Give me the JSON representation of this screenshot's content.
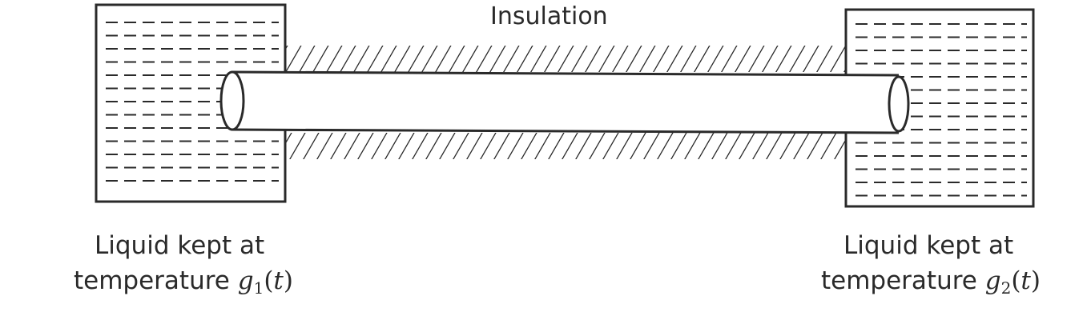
{
  "insulation_label": "Insulation",
  "left_label": {
    "line1": "Liquid kept at",
    "line2_prefix": "temperature",
    "math_var": "g",
    "subscript": "1",
    "open_paren": "(",
    "arg": "t",
    "close_paren": ")"
  },
  "right_label": {
    "line1": "Liquid kept at",
    "line2_prefix": "temperature",
    "math_var": "g",
    "subscript": "2",
    "open_paren": "(",
    "arg": "t",
    "close_paren": ")"
  },
  "colors": {
    "ink": "#2a2a2a",
    "background": "#ffffff"
  }
}
